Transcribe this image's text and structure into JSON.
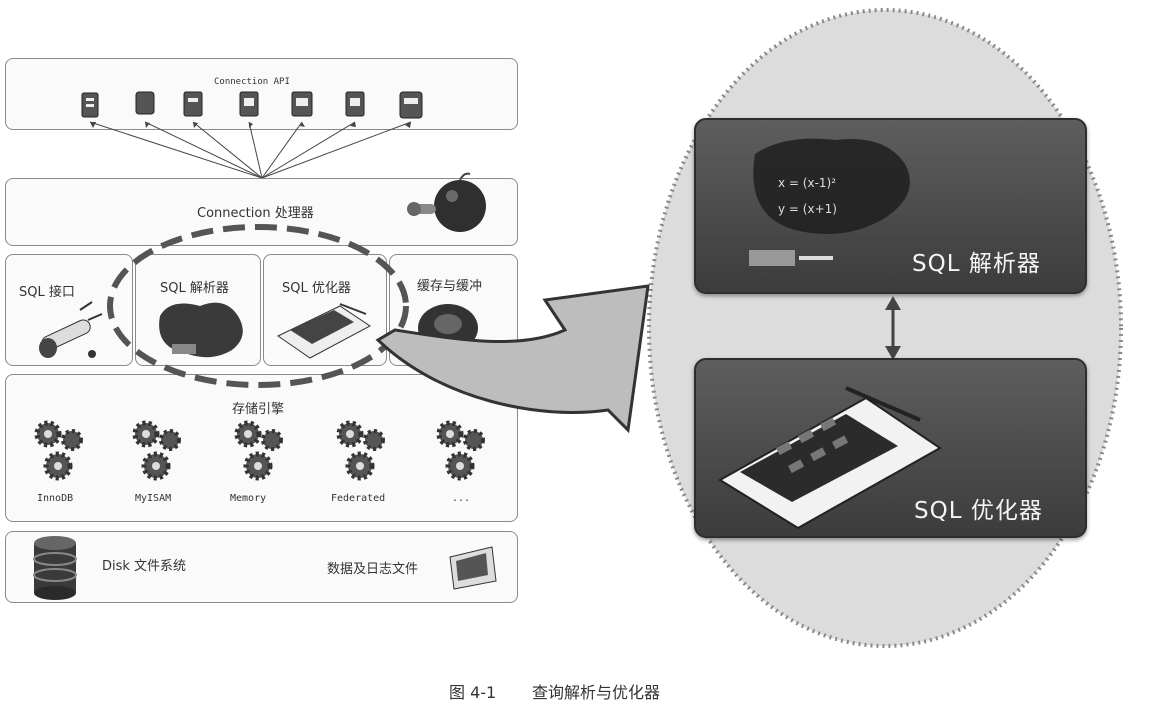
{
  "left": {
    "connection_api": "Connection API",
    "connection_processor": "Connection 处理器",
    "sql_interface": "SQL 接口",
    "sql_parser": "SQL 解析器",
    "sql_optimizer": "SQL 优化器",
    "cache_buffer": "缓存与缓冲",
    "storage_engine": "存储引擎",
    "engines": [
      "InnoDB",
      "MyISAM",
      "Memory",
      "Federated",
      "..."
    ],
    "disk_fs": "Disk 文件系统",
    "data_log_files": "数据及日志文件"
  },
  "right": {
    "parser_title": "SQL 解析器",
    "optimizer_title": "SQL 优化器",
    "formula_line1": "x = (x-1)²",
    "formula_line2": "y = (x+1)"
  },
  "caption": {
    "figure_number": "图 4-1",
    "figure_title": "查询解析与优化器"
  },
  "colors": {
    "dashed_ellipse": "#555555",
    "zoom_circle_fill": "#dcdcdc",
    "zoom_circle_dots": "#888888",
    "panel_fill": "#4a4a4a",
    "panel_text": "#f4f4f4"
  }
}
